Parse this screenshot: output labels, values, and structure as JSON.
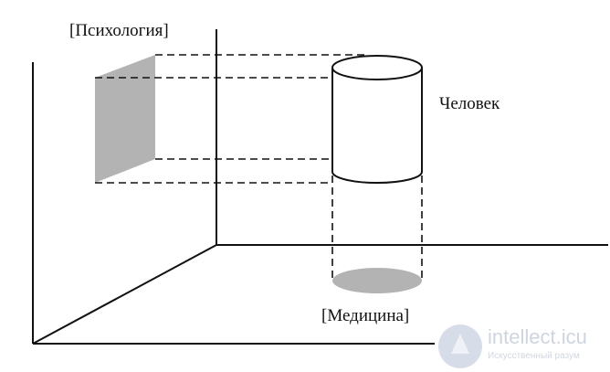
{
  "labels": {
    "psychology": "[Психология]",
    "human": "Человек",
    "medicine": "[Медицина]"
  },
  "watermark": {
    "site": "intellect.icu",
    "subtitle": "Искусственный разум"
  },
  "colors": {
    "line": "#111111",
    "projection_fill": "#b3b3b3",
    "background": "#ffffff"
  }
}
